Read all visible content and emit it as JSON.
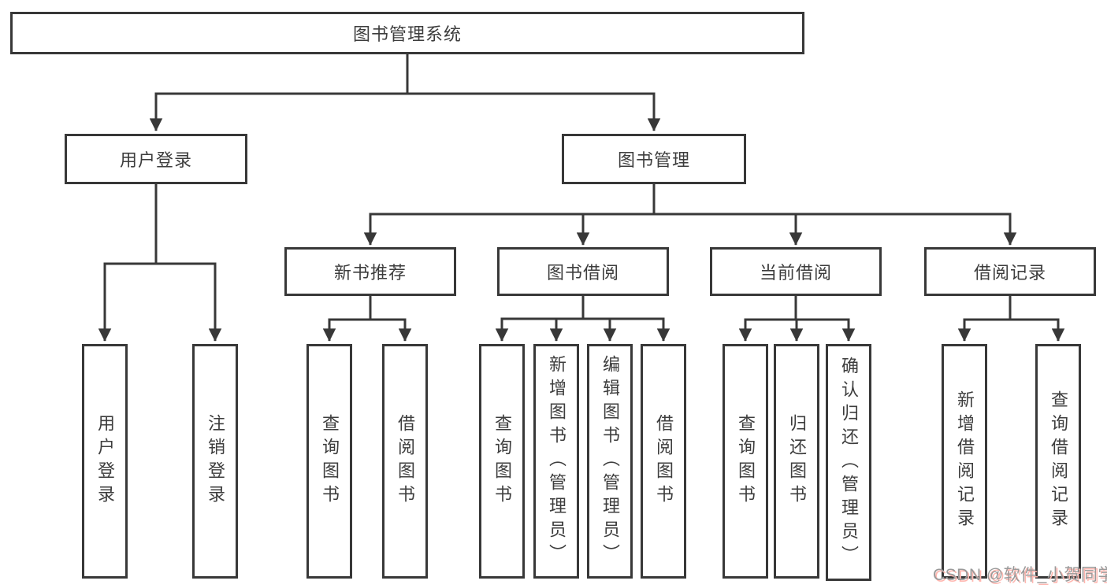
{
  "diagram": {
    "style": {
      "line_color": "#383838",
      "box_border_color": "#383838",
      "text_color": "#3d3d3d",
      "background_color": "#ffffff"
    },
    "root": {
      "label": "图书管理系统"
    },
    "level2": [
      {
        "label": "用户登录"
      },
      {
        "label": "图书管理"
      }
    ],
    "level3": [
      {
        "label": "新书推荐"
      },
      {
        "label": "图书借阅"
      },
      {
        "label": "当前借阅"
      },
      {
        "label": "借阅记录"
      }
    ],
    "leaves": {
      "user_login": [
        "用户登录",
        "注销登录"
      ],
      "new_book": [
        "查询图书",
        "借阅图书"
      ],
      "book_borrow": [
        "查询图书",
        "新增图书（管理员）",
        "编辑图书（管理员）",
        "借阅图书"
      ],
      "current_borrow": [
        "查询图书",
        "归还图书",
        "确认归还（管理员）"
      ],
      "borrow_record": [
        "新增借阅记录",
        "查询借阅记录"
      ]
    }
  },
  "watermark": {
    "text": "CSDN @软件_小贺同学",
    "text_color": "#9a9a9a",
    "shadow_color": "#ffb7b0"
  }
}
